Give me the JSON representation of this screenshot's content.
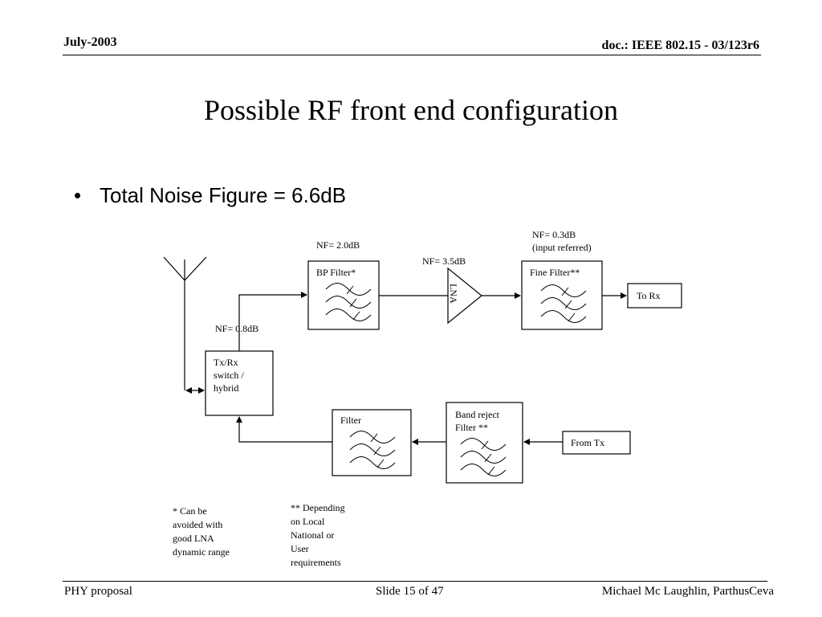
{
  "header": {
    "date": "July-2003",
    "doc_id": "doc.: IEEE 802.15 -  03/123r6"
  },
  "slide": {
    "title": "Possible RF front end configuration",
    "bullet": "Total Noise Figure = 6.6dB"
  },
  "diagram": {
    "blocks": {
      "txrx": [
        "Tx/Rx",
        "switch /",
        "hybrid"
      ],
      "bp_filter": "BP Filter*",
      "lna": "LNA",
      "fine_filter": "Fine Filter**",
      "to_rx": "To Rx",
      "filter": "Filter",
      "band_reject": [
        "Band reject",
        "Filter **"
      ],
      "from_tx": "From Tx"
    },
    "nf": {
      "switch": "NF= 0.8dB",
      "bp_filter": "NF= 2.0dB",
      "lna": "NF= 3.5dB",
      "fine_filter": [
        "NF= 0.3dB",
        "(input referred)"
      ]
    },
    "notes": {
      "lna_note": "* Can be\navoided with\ngood LNA\ndynamic range",
      "depending_note": "** Depending\non Local\nNational or\nUser\nrequirements"
    }
  },
  "footer": {
    "left": "PHY proposal",
    "center": "Slide 15 of 47",
    "right": "Michael Mc Laughlin, ParthusCeva"
  }
}
